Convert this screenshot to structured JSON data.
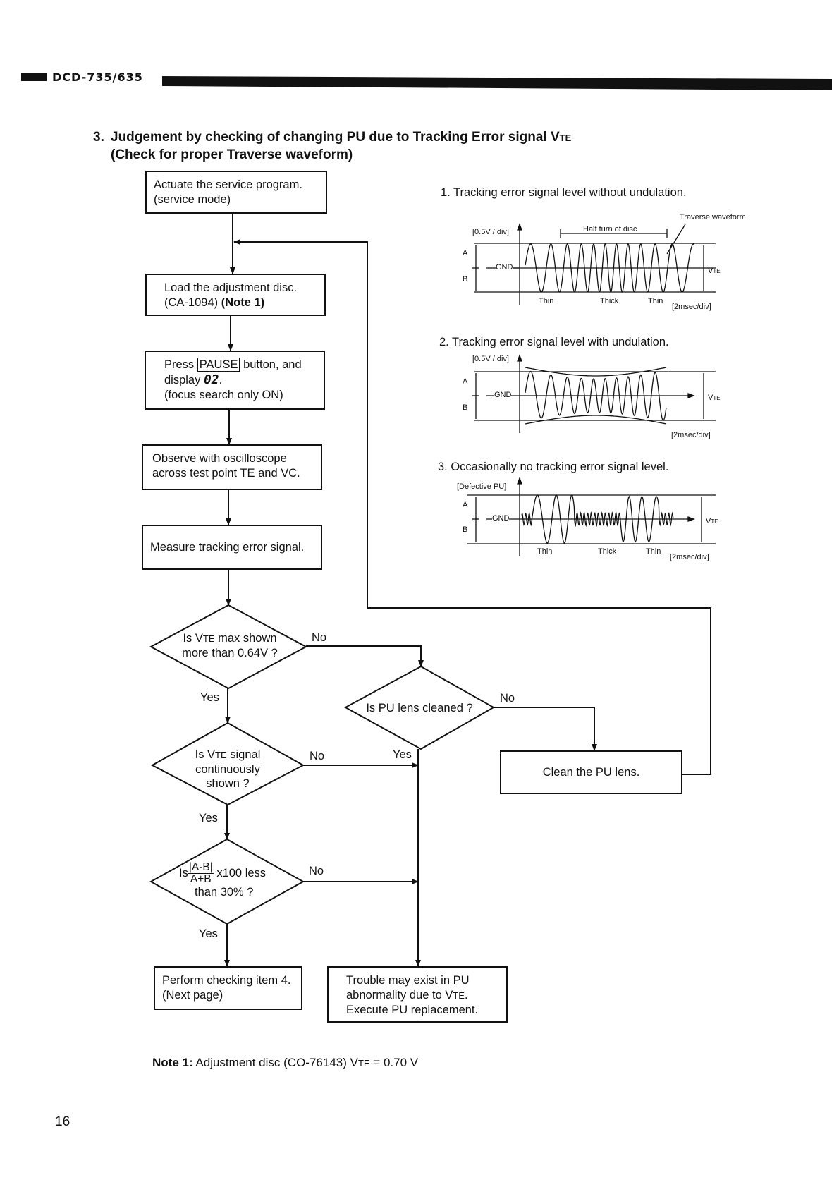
{
  "header": {
    "model": "DCD-735/635"
  },
  "section": {
    "number": "3.",
    "title_line1": "Judgement by checking of changing PU due to Tracking Error signal V",
    "title_sub": "TE",
    "title_line2": "(Check for proper Traverse waveform)"
  },
  "flow": {
    "step1": {
      "line1": "Actuate the service program.",
      "line2": "(service mode)"
    },
    "step2": {
      "line1": "Load the adjustment disc.",
      "line2a": "(CA-1094) ",
      "line2b": "(Note 1)"
    },
    "step3": {
      "pre": "Press ",
      "key": "PAUSE",
      "post": " button, and",
      "line2a": "display ",
      "display": "02",
      "line2b": ".",
      "line3": "(focus search only ON)"
    },
    "step4": {
      "line1": "Observe with oscilloscope",
      "line2": "across test point TE and VC."
    },
    "step5": {
      "line1": "Measure tracking error signal."
    },
    "dec1": {
      "a": "Is V",
      "sub": "TE",
      "b": " max shown",
      "line2": "more than 0.64V ?"
    },
    "dec2": {
      "text": "Is PU lens cleaned ?"
    },
    "dec3": {
      "a": "Is V",
      "sub": "TE",
      "b": " signal",
      "line2": "continuously",
      "line3": "shown ?"
    },
    "dec4": {
      "pre": "Is",
      "num": "|A-B|",
      "den": "A+B",
      "post": " x100 less",
      "line2": "than 30% ?"
    },
    "clean": {
      "text": "Clean the PU lens."
    },
    "perform": {
      "line1": "Perform checking item 4.",
      "line2": "(Next page)"
    },
    "trouble": {
      "line1": "Trouble may exist in PU",
      "line2a": "abnormality due to V",
      "sub": "TE",
      "line2b": ".",
      "line3": "Execute PU replacement."
    },
    "yes": "Yes",
    "no": "No"
  },
  "waveforms": {
    "w1": {
      "title": "1. Tracking error signal level without undulation.",
      "scale": "[0.5V / div]",
      "traverse": "Traverse waveform",
      "half_turn": "Half turn of disc",
      "a": "A",
      "b": "B",
      "gnd": "GND",
      "vte": "V",
      "vte_sub": "TE",
      "thin1": "Thin",
      "thick": "Thick",
      "thin2": "Thin",
      "time": "[2msec/div]"
    },
    "w2": {
      "title": "2. Tracking error signal level with undulation.",
      "scale": "[0.5V / div]",
      "a": "A",
      "b": "B",
      "gnd": "GND",
      "vte": "V",
      "vte_sub": "TE",
      "time": "[2msec/div]"
    },
    "w3": {
      "title": "3. Occasionally no tracking error signal level.",
      "scale": "[Defective PU]",
      "a": "A",
      "b": "B",
      "gnd": "GND",
      "vte": "V",
      "vte_sub": "TE",
      "thin1": "Thin",
      "thick": "Thick",
      "thin2": "Thin",
      "time": "[2msec/div]"
    }
  },
  "note": {
    "label": "Note 1:",
    "text": " Adjustment disc (CO-76143) V",
    "sub": "TE",
    "text2": " = 0.70 V"
  },
  "page_number": "16"
}
